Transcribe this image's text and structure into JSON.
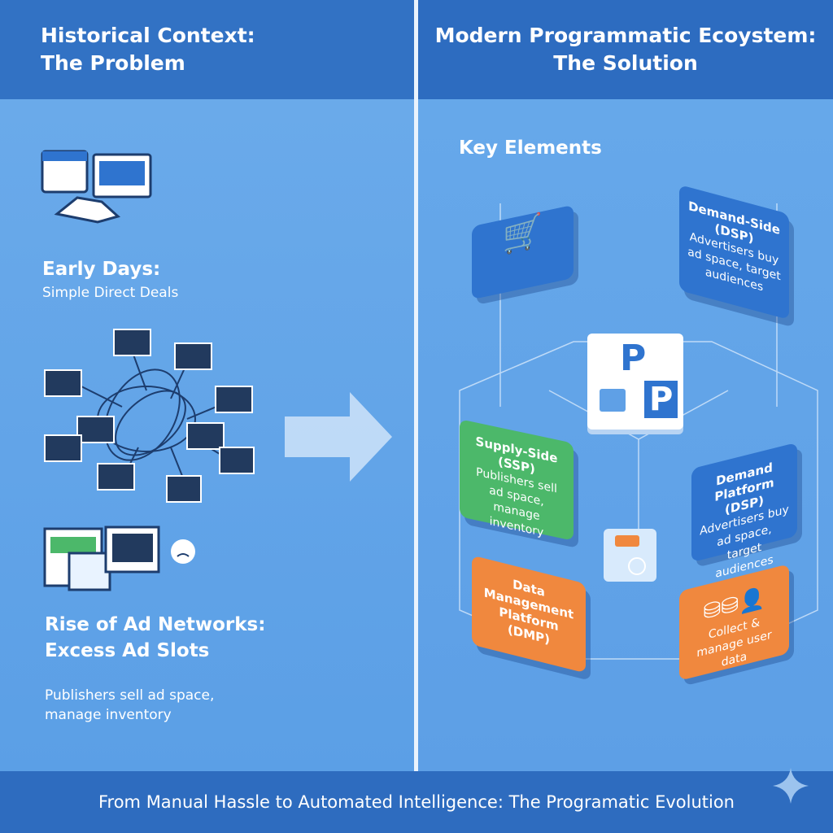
{
  "left": {
    "title_line1": "Historical Context:",
    "title_line2": "The Problem",
    "early_heading": "Early Days:",
    "early_sub": "Simple Direct Deals",
    "rise_line1": "Rise of Ad Networks:",
    "rise_line2": "Excess Ad Slots",
    "publishers_line1": "Publishers sell ad space,",
    "publishers_line2": "manage inventory"
  },
  "right": {
    "title_line1": "Modern Programmatic Ecoystem:",
    "title_line2": "The Solution",
    "key_elements": "Key Elements",
    "cards": [
      {
        "title": "Demand-Side (DSP)",
        "desc": "Advertisers buy ad space, target audiences"
      },
      {
        "title": "Supply-Side (SSP)",
        "desc": "Publishers sell ad space, manage inventory"
      },
      {
        "title": "Demand Platform (DSP)",
        "desc": "Advertisers buy ad space, target audiences"
      },
      {
        "title": "Data Management Platform (DMP)",
        "desc": ""
      },
      {
        "title": "",
        "desc": "Collect & manage user data"
      }
    ],
    "cube_letter": "P"
  },
  "footer": "From Manual Hassle to Automated Intelligence: The Programatic Evolution",
  "colors": {
    "header": "#2f6fc2",
    "background": "#62a5e8",
    "green": "#4cb86a",
    "orange": "#f0883e",
    "blue": "#2f74cf"
  }
}
